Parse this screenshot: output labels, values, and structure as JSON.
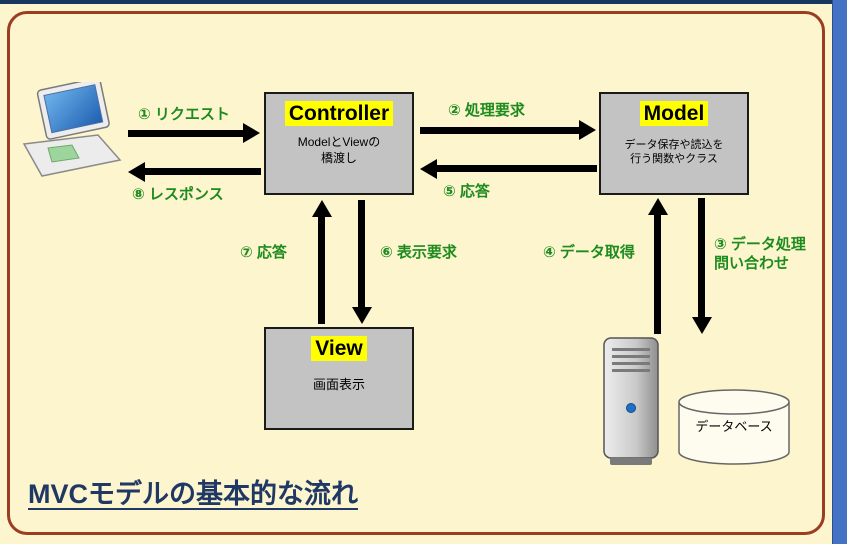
{
  "diagram": {
    "caption": "MVCモデルの基本的な流れ",
    "boxes": {
      "controller": {
        "title": "Controller",
        "subtitle": "ModelとViewの\n橋渡し"
      },
      "model": {
        "title": "Model",
        "subtitle": "データ保存や読込を\n行う関数やクラス"
      },
      "view": {
        "title": "View",
        "subtitle": "画面表示"
      }
    },
    "arrows": {
      "request": "① リクエスト",
      "process_request": "② 処理要求",
      "data_query": "③ データ処理\n問い合わせ",
      "data_fetch": "④ データ取得",
      "model_reply": "⑤ 応答",
      "display_request": "⑥ 表示要求",
      "view_reply": "⑦ 応答",
      "response": "⑧ レスポンス"
    },
    "database": {
      "label": "データベース"
    },
    "colors": {
      "background": "#FCF5CD",
      "frame_border": "#9C3D22",
      "box_fill": "#C3C3C3",
      "title_highlight": "#FFFF00",
      "arrow_label_green": "#1E8B1E",
      "caption_navy": "#1F3864",
      "accent_blue": "#4472C4"
    }
  }
}
